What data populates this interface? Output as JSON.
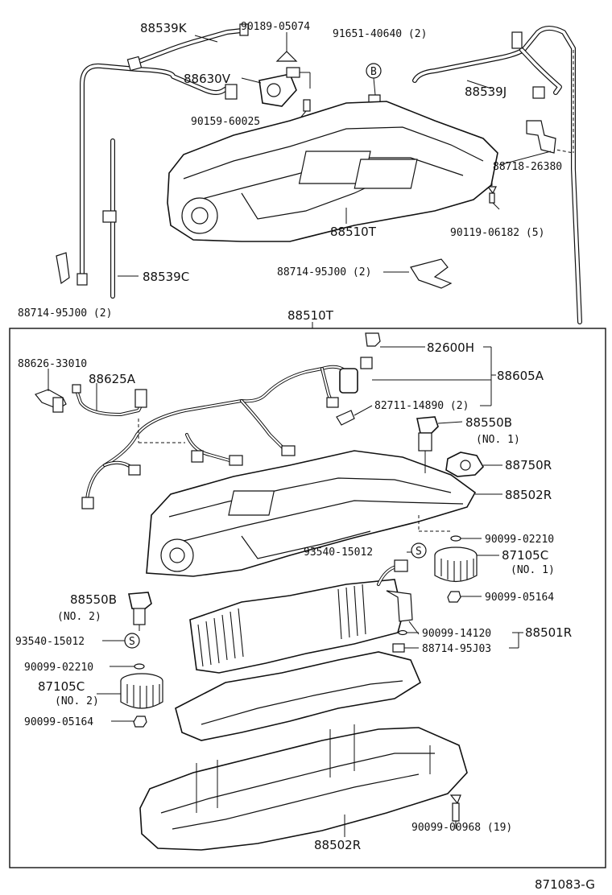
{
  "top": {
    "hose_left_label": "88539K",
    "clip_label": "90189-05074",
    "b_clip_label": "91651-40640 (2)",
    "b_mark": "B",
    "vsv_label": "88630V",
    "vsv_bolt_label": "90159-60025",
    "hose_right_label": "88539J",
    "bracket_label": "88718-26380",
    "screw_label": "90119-06182 (5)",
    "assy_label": "88510T",
    "vert_hose_label": "88539C",
    "clamp_mid_label": "88714-95J00 (2)",
    "clamp_left_label": "88714-95J00 (2)"
  },
  "box": {
    "title": "88510T",
    "items": {
      "connector_82600h": "82600H",
      "harness_88605a": "88605A",
      "clip_82711": "82711-14890 (2)",
      "sensor_88626": "88626-33010",
      "harness_88625a": "88625A",
      "servo_no1": "88550B",
      "servo_no1_sub": "(NO. 1)",
      "resistor_88750r": "88750R",
      "case_88502r_top": "88502R",
      "oring_no1": "90099-02210",
      "screw_93540_top": "93540-15012",
      "s_mark_top": "S",
      "blower_no1": "87105C",
      "blower_no1_sub": "(NO. 1)",
      "nut_no1": "90099-05164",
      "servo_no2": "88550B",
      "servo_no2_sub": "(NO. 2)",
      "screw_93540_left": "93540-15012",
      "s_mark_left": "S",
      "oring_no2": "90099-02210",
      "blower_no2": "87105C",
      "blower_no2_sub": "(NO. 2)",
      "nut_no2": "90099-05164",
      "evap_14120": "90099-14120",
      "evap_88501r": "88501R",
      "pad_88714": "88714-95J03",
      "screw_00968": "90099-00968 (19)",
      "case_88502r_bottom": "88502R"
    }
  },
  "footer": {
    "figure_code": "871083-G"
  }
}
